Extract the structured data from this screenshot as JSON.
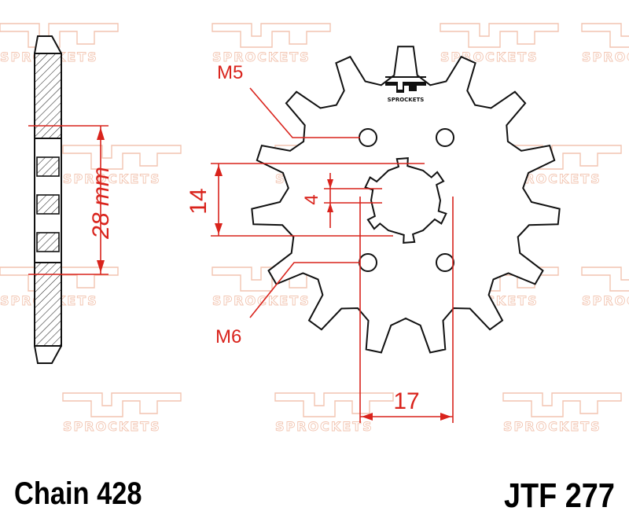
{
  "watermark": {
    "brand_text": "SPROCKETS"
  },
  "logo": {
    "brand_text": "SPROCKETS"
  },
  "dimensions": {
    "bolt_top": "M5",
    "bolt_bottom": "M6",
    "offset": "14",
    "spline_depth": "4",
    "bore": "17",
    "chain_width": "28 mm"
  },
  "sprocket": {
    "teeth": 15
  },
  "footer": {
    "chain": "Chain 428",
    "part_number": "JTF 277"
  },
  "colors": {
    "dimension": "#d9231c",
    "watermark": "#f2c4b0",
    "outline": "#111111"
  }
}
